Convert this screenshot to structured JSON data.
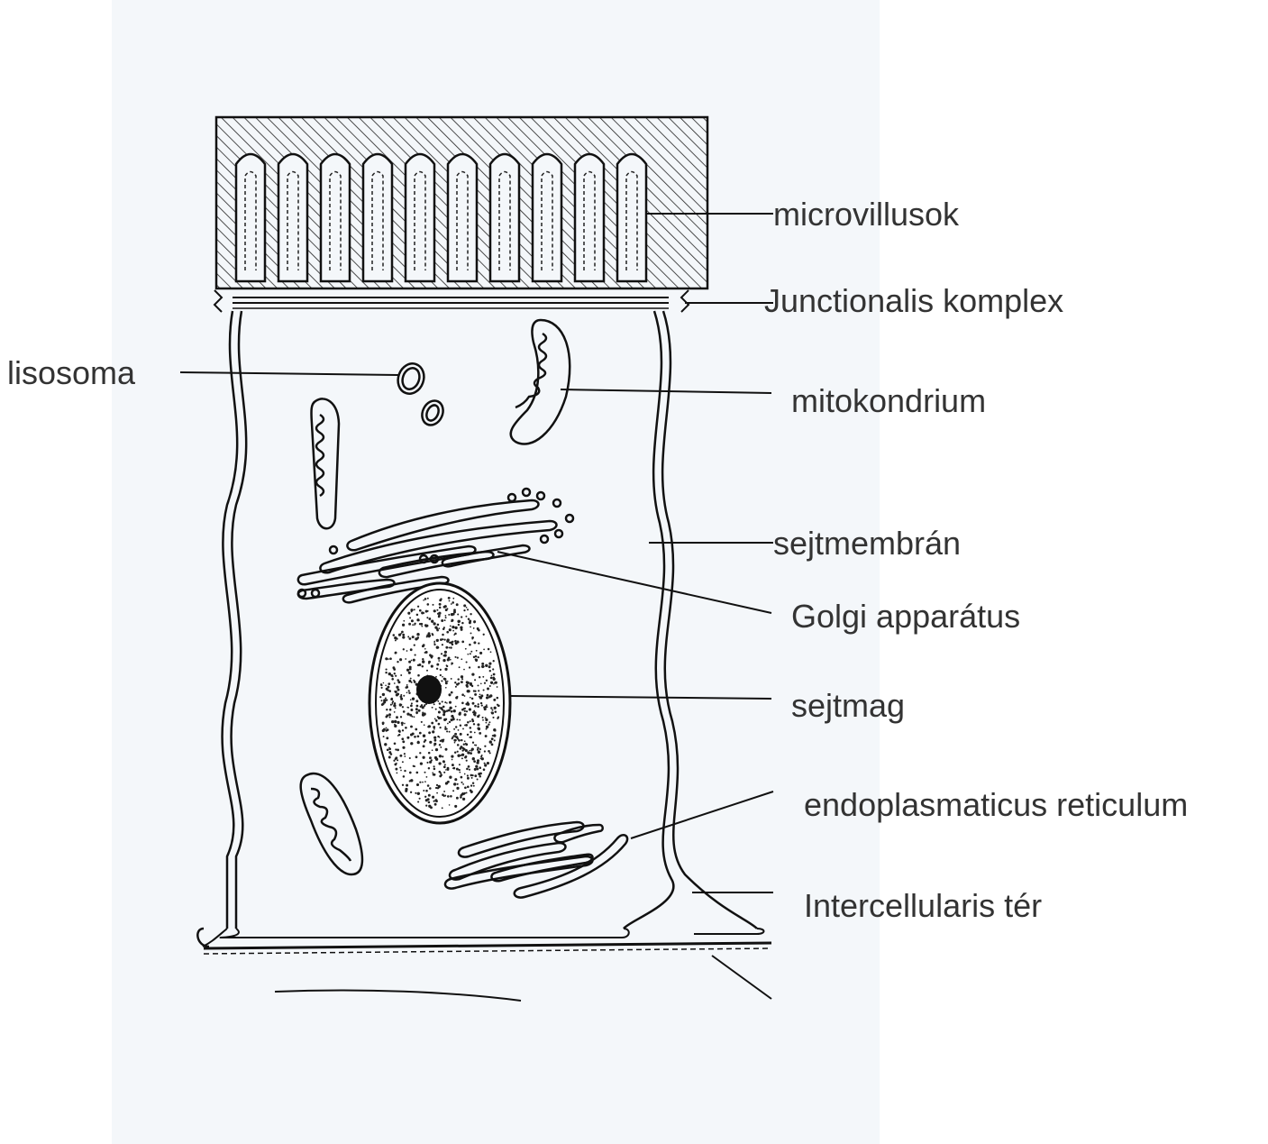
{
  "colors": {
    "background": "#ffffff",
    "paper": "#f4f7fa",
    "ink": "#111111",
    "label_text": "#333333"
  },
  "labels": {
    "microvilli": "microvillusok",
    "junctional_complex": "Junctionalis komplex",
    "lysosome": "lisosoma",
    "mitochondrion": "mitokondrium",
    "cell_membrane": "sejtmembrán",
    "golgi": "Golgi apparátus",
    "nucleus": "sejtmag",
    "er": "endoplasmaticus reticulum",
    "intercellular_space": "Intercellularis tér"
  }
}
